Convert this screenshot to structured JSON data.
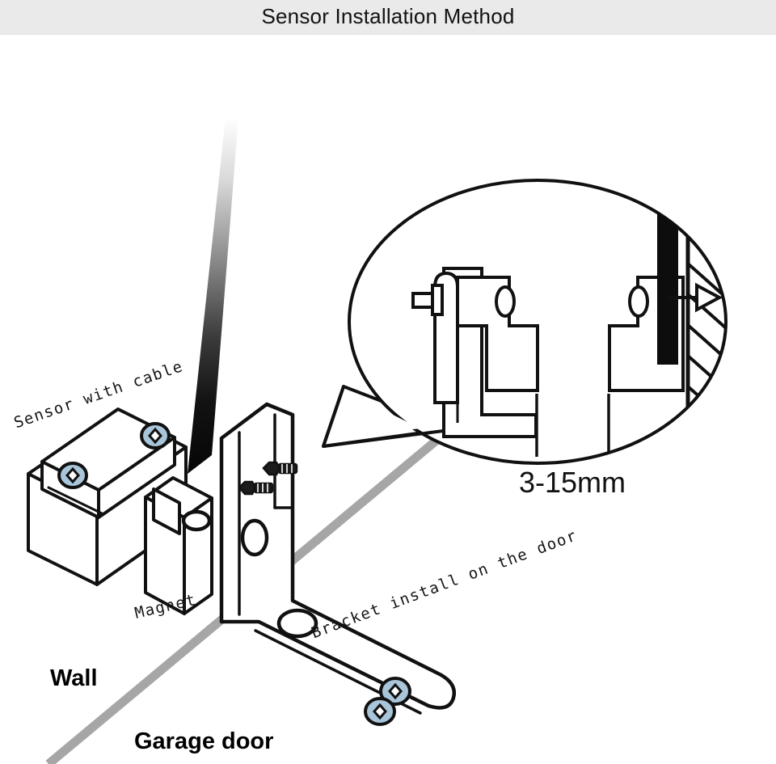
{
  "header": {
    "title": "Sensor Installation Method",
    "background_color": "#eaeaea"
  },
  "diagram": {
    "type": "technical-installation-illustration",
    "subject": "Garage door magnetic contact sensor mounting",
    "background_color": "#ffffff",
    "line_color": "#111111",
    "screw_fill_color": "#a9c5d9",
    "bolt_dark_color": "#1b1b1b",
    "floor_line_color": "#a6a6a6",
    "cable_gradient": {
      "top_color": "#ffffff",
      "bottom_color": "#0a0a0a"
    },
    "labels": {
      "sensor_with_cable": "Sensor with cable",
      "magnet": "Magnet",
      "bracket_install_on_the_door": "Bracket install on the door",
      "wall": "Wall",
      "garage_door": "Garage door"
    },
    "callout": {
      "shape": "ellipse-speech-bubble",
      "gap_dimension": "3-15mm",
      "contents": [
        "bracket-side-view",
        "mounting-bolt",
        "sensor-body",
        "magnet-bar",
        "hatched-wall"
      ]
    },
    "parts": [
      {
        "name": "sensor-with-cable",
        "screw_count": 2
      },
      {
        "name": "magnet",
        "screw_count": 0
      },
      {
        "name": "l-bracket",
        "screw_count": 4
      }
    ]
  }
}
